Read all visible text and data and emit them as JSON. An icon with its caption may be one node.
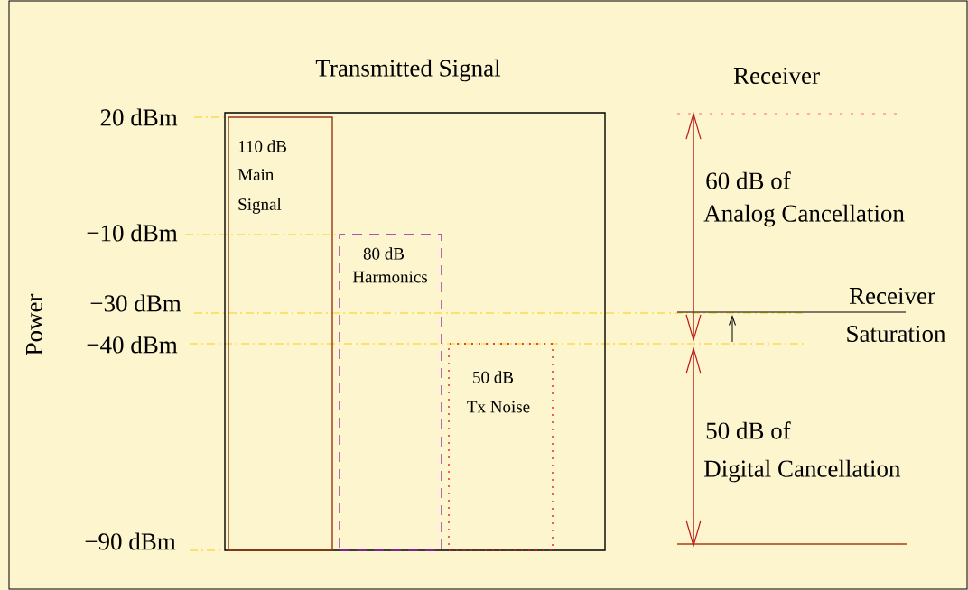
{
  "diagram": {
    "nodes": [
      {
        "text": [
          "Transmitted Signal"
        ]
      },
      {
        "text": [
          "110 dB",
          "Main Signal"
        ],
        "in": 0
      },
      {
        "text": [
          "80 dB",
          "Harmonics"
        ],
        "in": 0
      },
      {
        "text": [
          "50 dB",
          "Tx Noise"
        ],
        "in": 0
      }
    ],
    "labels": [
      "Receiver",
      "20 dBm",
      "−10 dBm",
      "60 dB of",
      "Analog Cancellation",
      "Receiver",
      "−30 dBm",
      "Power",
      "−40 dBm",
      "Saturation",
      "50 dB of",
      "Digital Cancellation",
      "−90 dBm"
    ]
  }
}
